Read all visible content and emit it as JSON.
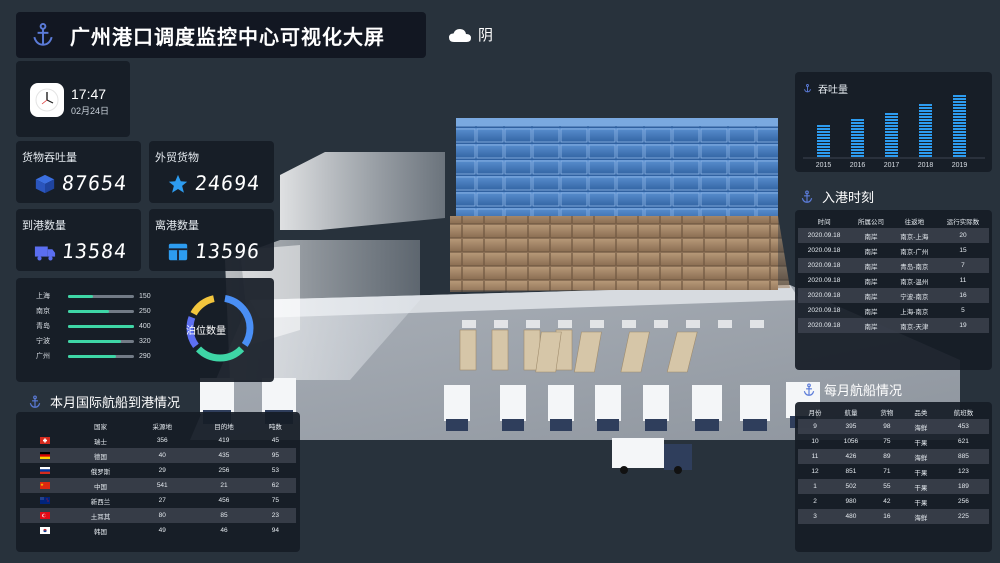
{
  "header": {
    "title": "广州港口调度监控中心可视化大屏",
    "weather": "阴"
  },
  "clock": {
    "time": "17:47",
    "date": "02月24日"
  },
  "stats": {
    "cargo": {
      "label": "货物吞吐量",
      "value": "87654"
    },
    "foreign": {
      "label": "外贸货物",
      "value": "24694"
    },
    "arrive": {
      "label": "到港数量",
      "value": "13584"
    },
    "depart": {
      "label": "离港数量",
      "value": "13596"
    }
  },
  "berth": {
    "title": "泊位数量",
    "rows": [
      {
        "city": "上海",
        "value": 150,
        "max": 400
      },
      {
        "city": "南京",
        "value": 250,
        "max": 400
      },
      {
        "city": "青岛",
        "value": 400,
        "max": 400
      },
      {
        "city": "宁波",
        "value": 320,
        "max": 400
      },
      {
        "city": "广州",
        "value": 290,
        "max": 400
      }
    ],
    "labels": [
      "150",
      "250",
      "400",
      "320",
      "290"
    ]
  },
  "intl": {
    "title": "本月国际航船到港情况",
    "headers": [
      "国家",
      "采源地",
      "目的地",
      "吨数"
    ],
    "rows": [
      {
        "flag": "ch",
        "cells": [
          "瑞士",
          "356",
          "419",
          "45"
        ]
      },
      {
        "flag": "de",
        "cells": [
          "德国",
          "40",
          "435",
          "95"
        ]
      },
      {
        "flag": "ru",
        "cells": [
          "俄罗斯",
          "29",
          "256",
          "53"
        ]
      },
      {
        "flag": "cn",
        "cells": [
          "中国",
          "541",
          "21",
          "62"
        ]
      },
      {
        "flag": "nz",
        "cells": [
          "新西兰",
          "27",
          "456",
          "75"
        ]
      },
      {
        "flag": "tr",
        "cells": [
          "土耳其",
          "80",
          "85",
          "23"
        ]
      },
      {
        "flag": "kr",
        "cells": [
          "韩国",
          "49",
          "46",
          "94"
        ]
      }
    ]
  },
  "throughput": {
    "title": "吞吐量",
    "chart_data": {
      "type": "bar",
      "categories": [
        "2015",
        "2016",
        "2017",
        "2018",
        "2019"
      ],
      "values": [
        35,
        42,
        47,
        58,
        65
      ],
      "ylim": [
        0,
        70
      ],
      "color": "#2d9cf0"
    }
  },
  "arrival": {
    "title": "入港时刻",
    "headers": [
      "时间",
      "所属公司",
      "往返地",
      "运行实际数"
    ],
    "rows": [
      [
        "2020.09.18",
        "南岸",
        "南京-上海",
        "20"
      ],
      [
        "2020.09.18",
        "南岸",
        "南京-广州",
        "15"
      ],
      [
        "2020.09.18",
        "南岸",
        "青岛-南京",
        "7"
      ],
      [
        "2020.09.18",
        "南岸",
        "南京-温州",
        "11"
      ],
      [
        "2020.09.18",
        "南岸",
        "宁波-南京",
        "16"
      ],
      [
        "2020.09.18",
        "南岸",
        "上海-南京",
        "5"
      ],
      [
        "2020.09.18",
        "南岸",
        "南京-天津",
        "19"
      ]
    ]
  },
  "daily": {
    "title": "每月航船情况",
    "headers": [
      "月份",
      "航量",
      "货物",
      "品类",
      "航班数"
    ],
    "rows": [
      [
        "9",
        "395",
        "98",
        "海鲜",
        "453"
      ],
      [
        "10",
        "1056",
        "75",
        "干果",
        "621"
      ],
      [
        "11",
        "426",
        "89",
        "海鲜",
        "885"
      ],
      [
        "12",
        "851",
        "71",
        "干果",
        "123"
      ],
      [
        "1",
        "502",
        "55",
        "干果",
        "189"
      ],
      [
        "2",
        "980",
        "42",
        "干果",
        "256"
      ],
      [
        "3",
        "480",
        "16",
        "海鲜",
        "225"
      ]
    ]
  },
  "colors": {
    "accent": "#3ed6a6",
    "bar": "#2d9cf0",
    "ring": [
      "#4a8ff5",
      "#3ed6a6",
      "#f2c53d",
      "#5d70f2"
    ]
  }
}
